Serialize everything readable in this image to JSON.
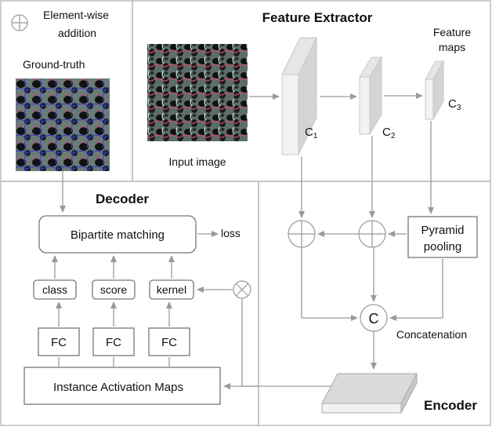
{
  "legend": {
    "symbol": "element-wise-addition-icon",
    "label_line1": "Element-wise",
    "label_line2": "addition"
  },
  "ground_truth": {
    "label": "Ground-truth"
  },
  "feature_extractor": {
    "title": "Feature Extractor",
    "input_label": "Input image",
    "maps_label_line1": "Feature",
    "maps_label_line2": "maps",
    "c1": "C",
    "c1_sub": "1",
    "c2": "C",
    "c2_sub": "2",
    "c3": "C",
    "c3_sub": "3"
  },
  "decoder": {
    "title": "Decoder",
    "bipartite": "Bipartite matching",
    "loss": "loss",
    "heads": [
      "class",
      "score",
      "kernel"
    ],
    "fc": [
      "FC",
      "FC",
      "FC"
    ],
    "iam": "Instance Activation Maps"
  },
  "encoder": {
    "title": "Encoder",
    "pyramid_line1": "Pyramid",
    "pyramid_line2": "pooling",
    "concat_symbol": "C",
    "concat_label": "Concatenation"
  },
  "colors": {
    "line": "#999999",
    "box": "#777777",
    "feature_face": "#f2f2f2",
    "feature_side": "#d4d4d4"
  }
}
